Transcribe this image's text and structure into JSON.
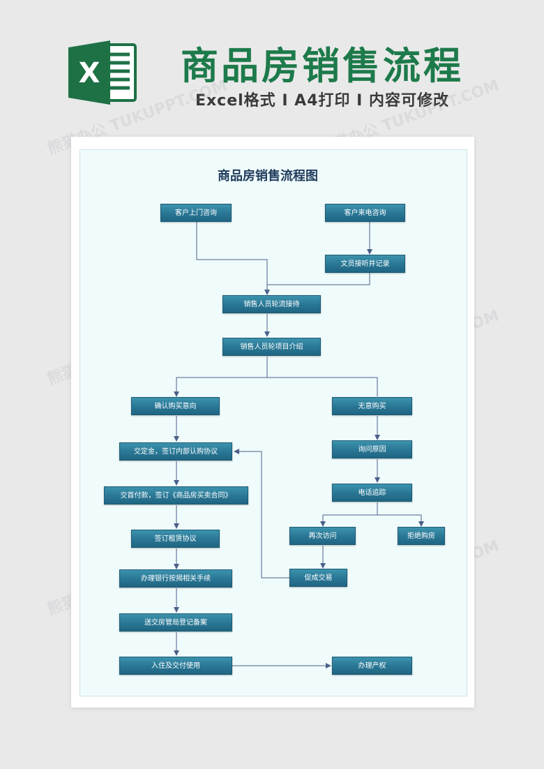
{
  "header": {
    "logo_letter": "X",
    "title": "商品房销售流程",
    "subtitle": "Excel格式 I A4打印 I 内容可修改"
  },
  "diagram": {
    "title": "商品房销售流程图",
    "nodes": {
      "visit": "客户上门咨询",
      "call": "客户来电咨询",
      "record": "文员接听并记录",
      "reception": "销售人员轮流接待",
      "intro": "销售人员轮项目介绍",
      "confirm": "确认购买意向",
      "deposit": "交定金，签订内部认购协议",
      "down_payment": "交首付款，签订《商品房买卖合同》",
      "lease": "签订租赁协议",
      "bank": "办理银行按揭相关手续",
      "registry": "送交房管局登记备案",
      "move_in": "入住及交付使用",
      "property": "办理产权",
      "no_intent": "无意购买",
      "ask_reason": "询问原因",
      "follow_up": "电话追踪",
      "revisit": "再次访问",
      "refuse": "拒绝购房",
      "deal": "促成交易"
    }
  },
  "watermark": "熊猫办公 TUKUPPT.COM",
  "colors": {
    "title_green": "#1d7a4a",
    "excel_green": "#1e7145",
    "node_blue": "#2a7896",
    "connector": "#4a5f8a",
    "canvas_bg": "#f0fbfb"
  }
}
